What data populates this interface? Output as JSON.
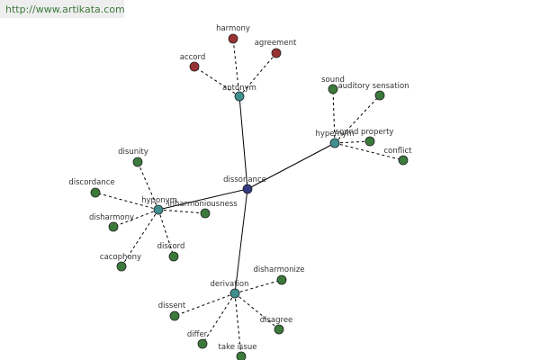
{
  "site_url": "http://www.artikata.com",
  "colors": {
    "center_node": "#333a80",
    "category_node": "#3f8f8f",
    "leaf_green": "#3b7a3b",
    "leaf_red": "#993333",
    "edge": "#000000"
  },
  "center": {
    "label": "dissonance"
  },
  "categories": {
    "antonym": "antonym",
    "hypernym": "hypernym",
    "hyponym": "hyponym",
    "derivation": "derivation"
  },
  "leaves": {
    "harmony": "harmony",
    "agreement": "agreement",
    "accord": "accord",
    "sound": "sound",
    "auditory_sensation": "auditory sensation",
    "sound_property": "sound property",
    "conflict": "conflict",
    "disunity": "disunity",
    "discordance": "discordance",
    "inharmoniousness": "inharmoniousness",
    "disharmony": "disharmony",
    "discord": "discord",
    "cacophony": "cacophony",
    "disharmonize": "disharmonize",
    "dissent": "dissent",
    "disagree": "disagree",
    "differ": "differ",
    "take_issue": "take issue"
  }
}
